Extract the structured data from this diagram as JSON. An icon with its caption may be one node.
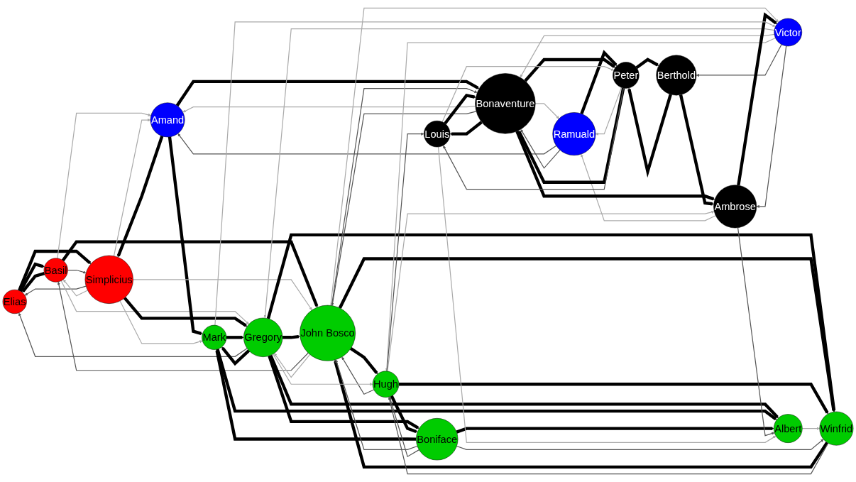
{
  "diagram": {
    "nodes": [
      {
        "text": [
          "Elias"
        ]
      },
      {
        "text": [
          "Basil"
        ]
      },
      {
        "text": [
          "Amand"
        ]
      },
      {
        "text": [
          "Ramuald"
        ]
      },
      {
        "text": [
          "Berthold"
        ]
      },
      {
        "text": [
          "Peter"
        ]
      },
      {
        "text": [
          "Bonaventure"
        ]
      },
      {
        "text": [
          "Simplicius"
        ]
      },
      {
        "text": [
          "John Bosco"
        ]
      },
      {
        "text": [
          "Gregory"
        ]
      },
      {
        "text": [
          "Victor"
        ]
      },
      {
        "text": [
          "Mark"
        ]
      },
      {
        "text": [
          "Hugh"
        ]
      },
      {
        "text": [
          "Ambrose"
        ]
      },
      {
        "text": [
          "Louis"
        ]
      },
      {
        "text": [
          "Boniface"
        ]
      },
      {
        "text": [
          "Winfrid"
        ]
      },
      {
        "text": [
          "Albert"
        ]
      }
    ],
    "edges": [
      {
        "from": 0,
        "to": 1,
        "arrow": "to",
        "style": "thick"
      },
      {
        "from": 1,
        "to": 0,
        "arrow": "to",
        "style": "thick"
      },
      {
        "from": 0,
        "to": 7,
        "arrow": "to",
        "style": "thick"
      },
      {
        "from": 7,
        "to": 0,
        "arrow": "to",
        "color": "#555555"
      },
      {
        "from": 9,
        "to": 0,
        "arrow": "to",
        "color": "#555555"
      },
      {
        "from": 1,
        "to": 7,
        "arrow": "to",
        "color": "#555555"
      },
      {
        "from": 7,
        "to": 1,
        "arrow": "to",
        "color": "#aaaaaa"
      },
      {
        "from": 1,
        "to": 2,
        "arrow": "to",
        "color": "#aaaaaa"
      },
      {
        "from": 1,
        "to": 8,
        "arrow": "to",
        "style": "thick"
      },
      {
        "from": 8,
        "to": 1,
        "arrow": "to",
        "color": "#555555"
      },
      {
        "from": 1,
        "to": 9,
        "arrow": "to",
        "color": "#aaaaaa"
      },
      {
        "from": 2,
        "to": 7,
        "arrow": "to",
        "style": "thick"
      },
      {
        "from": 7,
        "to": 2,
        "arrow": "to",
        "color": "#aaaaaa"
      },
      {
        "from": 2,
        "to": 11,
        "arrow": "to",
        "style": "thick"
      },
      {
        "from": 2,
        "to": 6,
        "arrow": "to",
        "style": "thick"
      },
      {
        "from": 6,
        "to": 2,
        "arrow": "to",
        "color": "#aaaaaa"
      },
      {
        "from": 3,
        "to": 2,
        "arrow": "to",
        "color": "#555555"
      },
      {
        "from": 3,
        "to": 5,
        "arrow": "to",
        "style": "thick"
      },
      {
        "from": 5,
        "to": 3,
        "arrow": "to",
        "color": "#aaaaaa"
      },
      {
        "from": 3,
        "to": 6,
        "arrow": "to",
        "color": "#555555"
      },
      {
        "from": 6,
        "to": 3,
        "arrow": "to",
        "color": "#aaaaaa"
      },
      {
        "from": 13,
        "to": 3,
        "arrow": "to",
        "color": "#aaaaaa"
      },
      {
        "from": 7,
        "to": 9,
        "arrow": "to",
        "style": "thick"
      },
      {
        "from": 7,
        "to": 8,
        "arrow": "to",
        "color": "#aaaaaa"
      },
      {
        "from": 7,
        "to": 11,
        "arrow": "to",
        "color": "#aaaaaa"
      },
      {
        "from": 9,
        "to": 8,
        "arrow": "to",
        "style": "thick"
      },
      {
        "from": 8,
        "to": 9,
        "arrow": "to",
        "color": "#aaaaaa"
      },
      {
        "from": 11,
        "to": 9,
        "arrow": "to",
        "style": "thick"
      },
      {
        "from": 9,
        "to": 11,
        "arrow": "to",
        "style": "thick"
      },
      {
        "from": 9,
        "to": 15,
        "arrow": "to",
        "style": "thick"
      },
      {
        "from": 9,
        "to": 16,
        "arrow": "to",
        "style": "thick"
      },
      {
        "from": 9,
        "to": 17,
        "arrow": "to",
        "style": "thick"
      },
      {
        "from": 11,
        "to": 17,
        "arrow": "to",
        "style": "thick"
      },
      {
        "from": 15,
        "to": 11,
        "arrow": "to",
        "style": "thick"
      },
      {
        "from": 8,
        "to": 12,
        "arrow": "to",
        "style": "thick"
      },
      {
        "from": 12,
        "to": 8,
        "arrow": "to",
        "color": "#555555"
      },
      {
        "from": 8,
        "to": 16,
        "arrow": "to",
        "style": "thick"
      },
      {
        "from": 16,
        "to": 8,
        "arrow": "to",
        "style": "thick"
      },
      {
        "from": 15,
        "to": 8,
        "arrow": "to",
        "color": "#555555"
      },
      {
        "from": 12,
        "to": 15,
        "arrow": "to",
        "style": "thick"
      },
      {
        "from": 15,
        "to": 12,
        "arrow": "to",
        "color": "#555555"
      },
      {
        "from": 12,
        "to": 16,
        "arrow": "to",
        "style": "thick"
      },
      {
        "from": 16,
        "to": 12,
        "arrow": "to",
        "color": "#555555"
      },
      {
        "from": 17,
        "to": 16,
        "arrow": "to",
        "color": "#aaaaaa"
      },
      {
        "from": 15,
        "to": 17,
        "arrow": "to",
        "style": "thick"
      },
      {
        "from": 15,
        "to": 16,
        "arrow": "to",
        "color": "#555555"
      },
      {
        "from": 8,
        "to": 6,
        "arrow": "to",
        "color": "#555555"
      },
      {
        "from": 6,
        "to": 8,
        "arrow": "to",
        "color": "#555555"
      },
      {
        "from": 8,
        "to": 10,
        "arrow": "to",
        "color": "#aaaaaa"
      },
      {
        "from": 10,
        "to": 9,
        "arrow": "to",
        "color": "#aaaaaa"
      },
      {
        "from": 10,
        "to": 6,
        "arrow": "to",
        "color": "#aaaaaa"
      },
      {
        "from": 10,
        "to": 12,
        "arrow": "to",
        "color": "#aaaaaa"
      },
      {
        "from": 10,
        "to": 4,
        "arrow": "to",
        "color": "#555555"
      },
      {
        "from": 10,
        "to": 13,
        "arrow": "to",
        "color": "#555555"
      },
      {
        "from": 13,
        "to": 10,
        "arrow": "to",
        "style": "thick"
      },
      {
        "from": 6,
        "to": 5,
        "arrow": "to",
        "style": "thick"
      },
      {
        "from": 5,
        "to": 6,
        "arrow": "to",
        "style": "thick"
      },
      {
        "from": 4,
        "to": 5,
        "arrow": "to",
        "style": "thick"
      },
      {
        "from": 5,
        "to": 4,
        "arrow": "to",
        "style": "thick"
      },
      {
        "from": 6,
        "to": 13,
        "arrow": "to",
        "style": "thick"
      },
      {
        "from": 6,
        "to": 14,
        "arrow": "to",
        "style": "thick"
      },
      {
        "from": 14,
        "to": 6,
        "arrow": "to",
        "style": "thick"
      },
      {
        "from": 4,
        "to": 13,
        "arrow": "to",
        "style": "thick"
      },
      {
        "from": 5,
        "to": 14,
        "arrow": "to",
        "color": "#555555"
      },
      {
        "from": 14,
        "to": 5,
        "arrow": "to",
        "color": "#aaaaaa"
      },
      {
        "from": 13,
        "to": 17,
        "arrow": "to",
        "color": "#555555"
      },
      {
        "from": 14,
        "to": 17,
        "arrow": "to",
        "color": "#aaaaaa"
      },
      {
        "from": 12,
        "to": 14,
        "arrow": "to",
        "color": "#555555"
      },
      {
        "from": 12,
        "to": 13,
        "arrow": "to",
        "color": "#aaaaaa"
      },
      {
        "from": 9,
        "to": 12,
        "arrow": "to",
        "color": "#aaaaaa"
      },
      {
        "from": 11,
        "to": 10,
        "arrow": "to",
        "color": "#aaaaaa"
      }
    ]
  }
}
